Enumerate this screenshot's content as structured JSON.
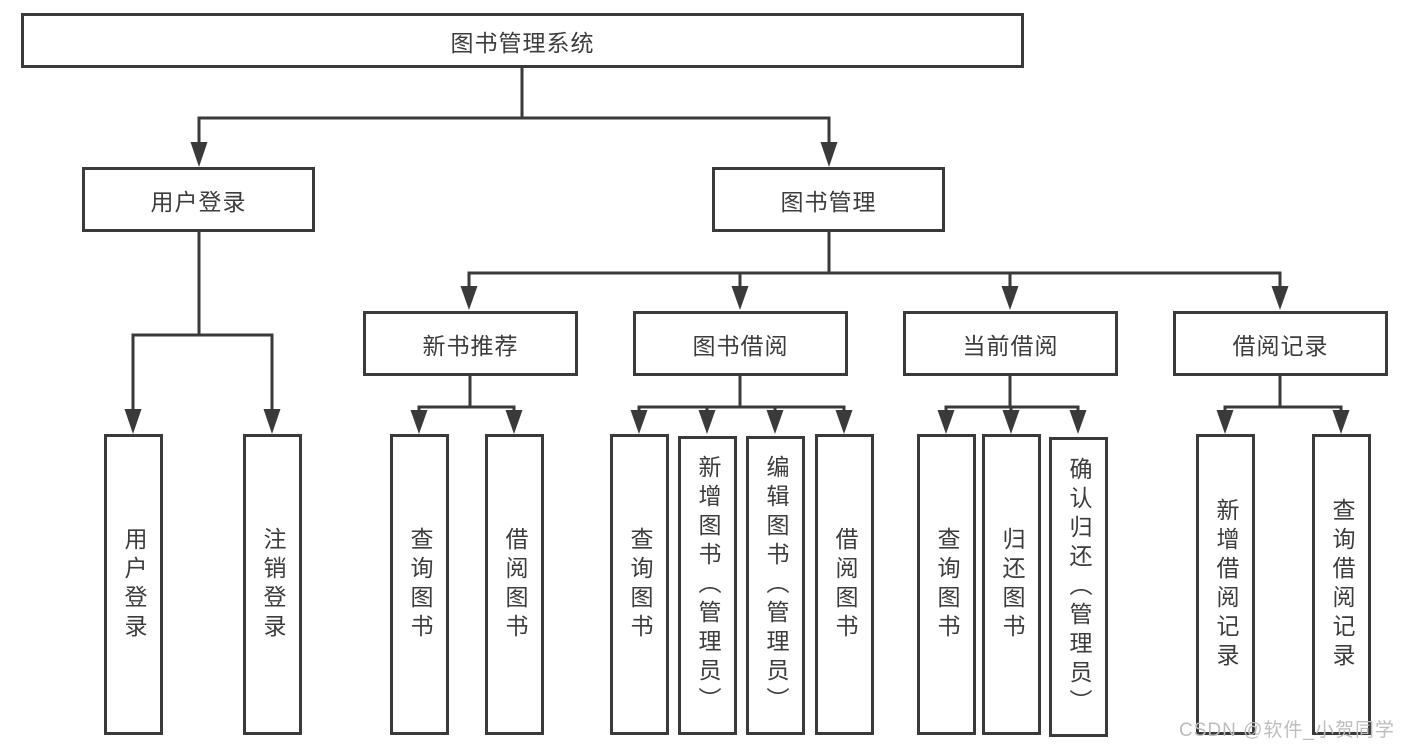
{
  "diagram": {
    "title": "图书管理系统",
    "root": {
      "label": "图书管理系统"
    },
    "level2": [
      {
        "id": "user-login",
        "label": "用户登录"
      },
      {
        "id": "book-management",
        "label": "图书管理"
      }
    ],
    "level3": [
      {
        "id": "new-book-recommend",
        "label": "新书推荐"
      },
      {
        "id": "book-borrowing",
        "label": "图书借阅"
      },
      {
        "id": "current-borrowing",
        "label": "当前借阅"
      },
      {
        "id": "borrowing-records",
        "label": "借阅记录"
      }
    ],
    "leaves": [
      {
        "id": "leaf-user-login",
        "parent": "user-login",
        "label": "用户登录"
      },
      {
        "id": "leaf-logout",
        "parent": "user-login",
        "label": "注销登录"
      },
      {
        "id": "leaf-query-book-a",
        "parent": "new-book-recommend",
        "label": "查询图书"
      },
      {
        "id": "leaf-borrow-book-a",
        "parent": "new-book-recommend",
        "label": "借阅图书"
      },
      {
        "id": "leaf-query-book-b",
        "parent": "book-borrowing",
        "label": "查询图书"
      },
      {
        "id": "leaf-add-book-admin",
        "parent": "book-borrowing",
        "label": "新增图书（管理员）"
      },
      {
        "id": "leaf-edit-book-admin",
        "parent": "book-borrowing",
        "label": "编辑图书（管理员）"
      },
      {
        "id": "leaf-borrow-book-b",
        "parent": "book-borrowing",
        "label": "借阅图书"
      },
      {
        "id": "leaf-query-book-c",
        "parent": "current-borrowing",
        "label": "查询图书"
      },
      {
        "id": "leaf-return-book",
        "parent": "current-borrowing",
        "label": "归还图书"
      },
      {
        "id": "leaf-confirm-return-admin",
        "parent": "current-borrowing",
        "label": "确认归还（管理员）"
      },
      {
        "id": "leaf-add-borrow-record",
        "parent": "borrowing-records",
        "label": "新增借阅记录"
      },
      {
        "id": "leaf-query-borrow-record",
        "parent": "borrowing-records",
        "label": "查询借阅记录"
      }
    ],
    "watermark": "CSDN @软件_小贺同学",
    "colors": {
      "line": "#3a3a3a",
      "box_background": "#ffffff",
      "text": "#3c3c3c",
      "watermark": "#bdbdbd"
    }
  }
}
